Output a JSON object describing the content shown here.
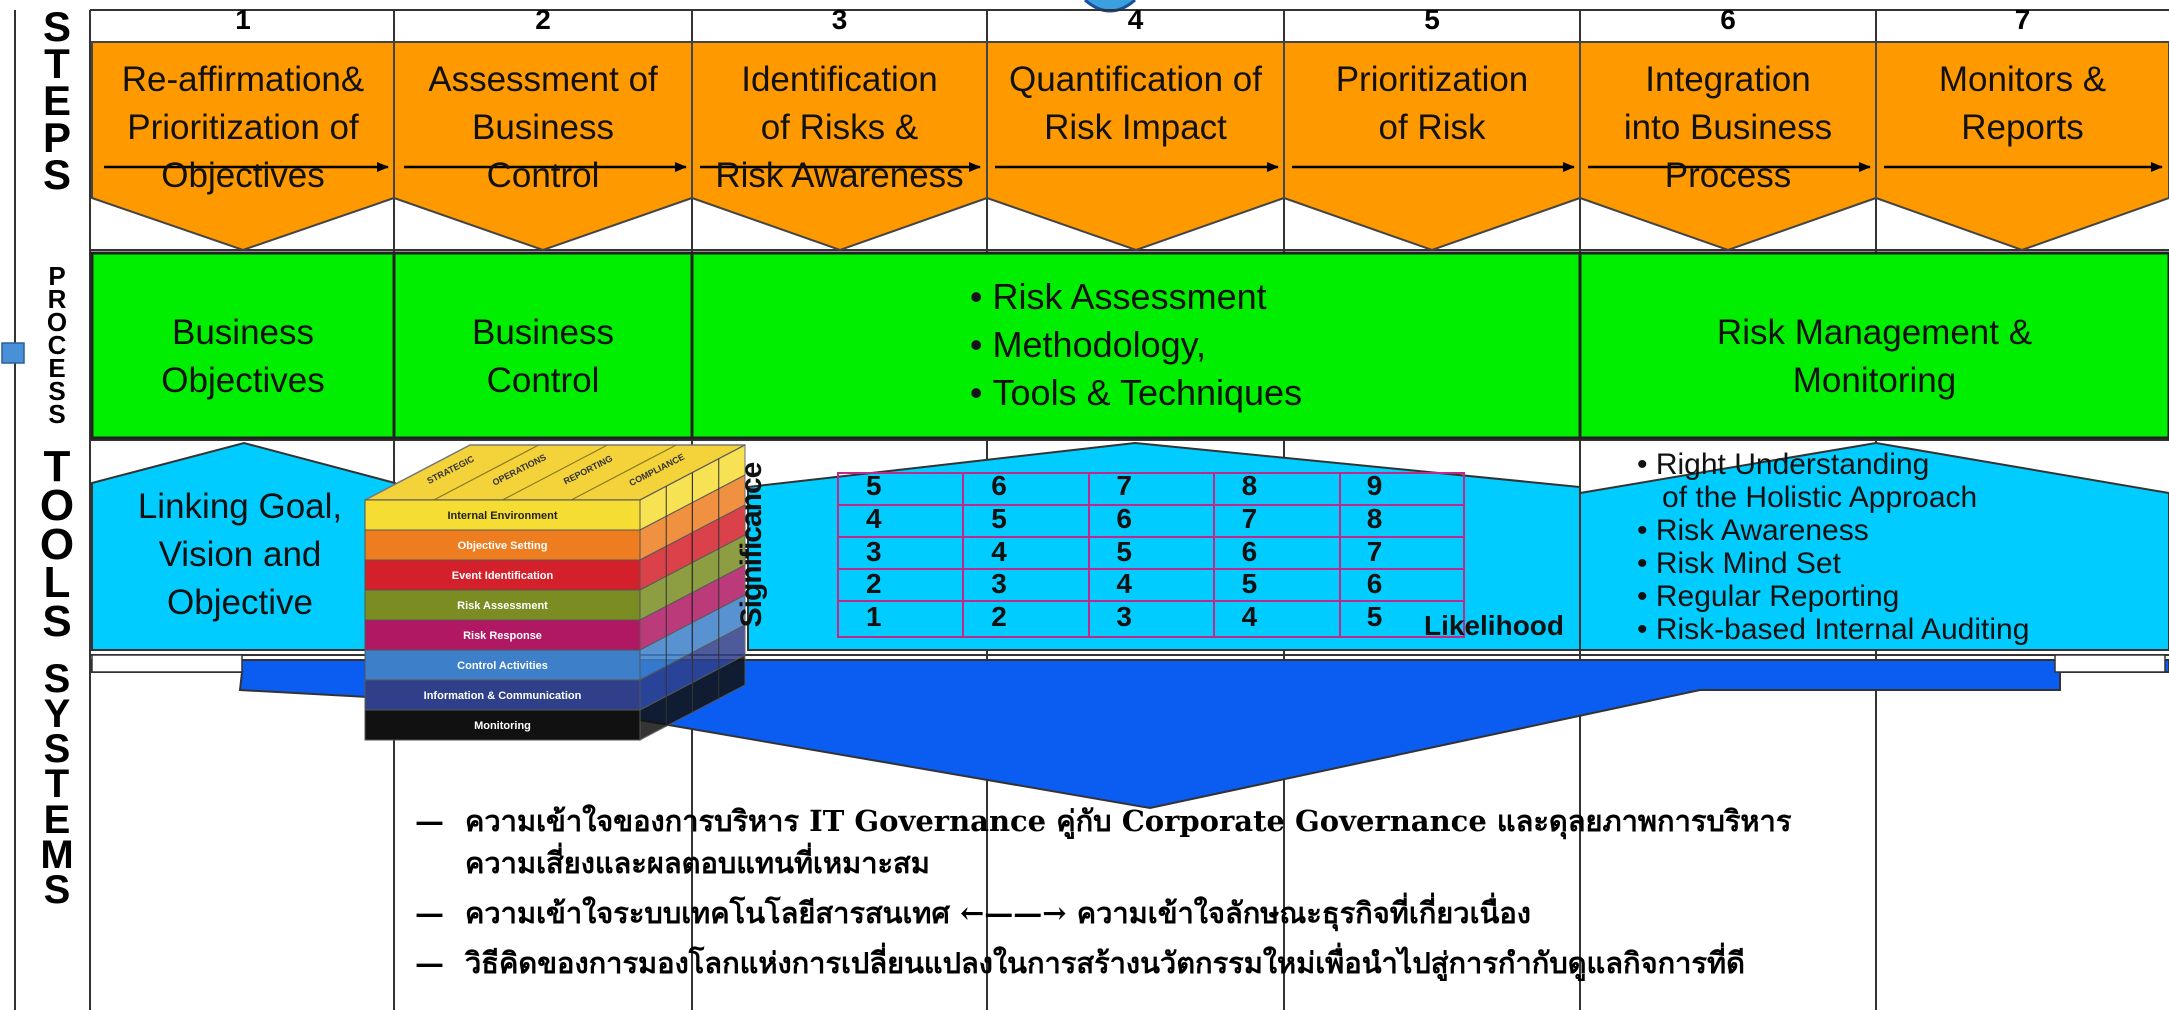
{
  "row_labels": {
    "steps": "STEPS",
    "process": "PROCESS",
    "tools": "TOOLS",
    "systems": "SYSTEMS"
  },
  "steps": [
    {
      "number": "1",
      "lines": [
        "Re-affirmation&",
        "Prioritization of",
        "Objectives"
      ]
    },
    {
      "number": "2",
      "lines": [
        "Assessment of",
        "Business",
        "Control"
      ]
    },
    {
      "number": "3",
      "lines": [
        "Identification",
        "of Risks &",
        "Risk Awareness"
      ]
    },
    {
      "number": "4",
      "lines": [
        "Quantification of",
        "Risk Impact"
      ]
    },
    {
      "number": "5",
      "lines": [
        "Prioritization",
        "of Risk"
      ]
    },
    {
      "number": "6",
      "lines": [
        "Integration",
        "into Business",
        "Process"
      ]
    },
    {
      "number": "7",
      "lines": [
        "Monitors &",
        "Reports"
      ]
    }
  ],
  "process": {
    "business_objectives": [
      "Business",
      "Objectives"
    ],
    "business_control": [
      "Business",
      "Control"
    ],
    "risk_assessment_items": [
      "Risk Assessment",
      "Methodology,",
      "Tools & Techniques"
    ],
    "risk_management": [
      "Risk Management &",
      "Monitoring"
    ]
  },
  "tools": {
    "linking": [
      "Linking Goal,",
      "Vision and",
      "Objective"
    ],
    "cube": {
      "top_labels": [
        "STRATEGIC",
        "OPERATIONS",
        "REPORTING",
        "COMPLIANCE"
      ],
      "layers": [
        {
          "label": "Internal Environment",
          "color": "#f5dd34"
        },
        {
          "label": "Objective Setting",
          "color": "#ee7d20"
        },
        {
          "label": "Event Identification",
          "color": "#d4202a"
        },
        {
          "label": "Risk Assessment",
          "color": "#7a8c22"
        },
        {
          "label": "Risk Response",
          "color": "#b01863"
        },
        {
          "label": "Control Activities",
          "color": "#3d7fc9"
        },
        {
          "label": "Information & Communication",
          "color": "#2f3f8a"
        },
        {
          "label": "Monitoring",
          "color": "#111111"
        }
      ]
    },
    "matrix": {
      "y_label": "Significance",
      "x_label": "Likelihood",
      "rows": [
        [
          "5",
          "6",
          "7",
          "8",
          "9"
        ],
        [
          "4",
          "5",
          "6",
          "7",
          "8"
        ],
        [
          "3",
          "4",
          "5",
          "6",
          "7"
        ],
        [
          "2",
          "3",
          "4",
          "5",
          "6"
        ],
        [
          "1",
          "2",
          "3",
          "4",
          "5"
        ]
      ]
    },
    "bullets": [
      {
        "text": "Right Understanding",
        "continuation": false
      },
      {
        "text": "of the Holistic Approach",
        "continuation": true
      },
      {
        "text": "Risk Awareness",
        "continuation": false
      },
      {
        "text": "Risk Mind Set",
        "continuation": false
      },
      {
        "text": "Regular Reporting",
        "continuation": false
      },
      {
        "text": "Risk-based Internal Auditing",
        "continuation": false
      }
    ]
  },
  "systems": {
    "dash": "—",
    "lines": [
      {
        "first": "ความเข้าใจของการบริหาร IT Governance คู่กับ Corporate Governance และดุลยภาพการบริหาร",
        "second": "ความเสี่ยงและผลตอบแทนที่เหมาะสม"
      },
      {
        "first": "ความเข้าใจระบบเทคโนโลยีสารสนเทศ ←——→ ความเข้าใจลักษณะธุรกิจที่เกี่ยวเนื่อง",
        "second": ""
      },
      {
        "first": "วิธีคิดของการมองโลกแห่งการเปลี่ยนแปลงในการสร้างนวัตกรรมใหม่เพื่อนำไปสู่การกำกับดูแลกิจการที่ดี",
        "second": ""
      }
    ]
  },
  "colors": {
    "steps_fill": "#ff9900",
    "process_fill": "#00ee00",
    "tools_fill": "#00ccff",
    "systems_arrow": "#0a5df0",
    "matrix_grid": "#c0288a",
    "marker": "#4a90d9"
  }
}
